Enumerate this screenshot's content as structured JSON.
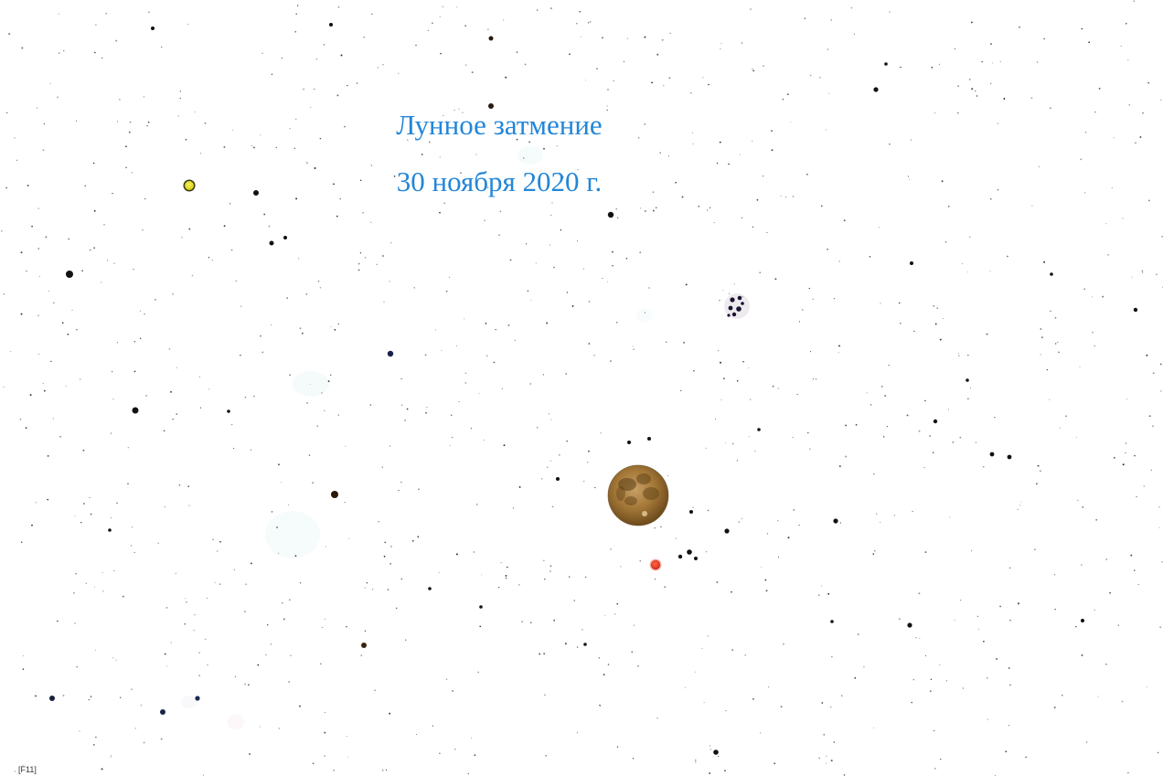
{
  "map": {
    "title_line_1": "Лунное затмение",
    "title_line_2": "30 ноября 2020 г.",
    "footer_note": "[F11]"
  },
  "colors": {
    "title": "#2386d8",
    "background": "#ffffff",
    "star": "#111111",
    "planet_yellow": "#e6e027",
    "planet_red": "#e23a26",
    "moon": "#a77a3c"
  },
  "objects": [
    {
      "kind": "moon",
      "icon": "full-moon-icon"
    },
    {
      "kind": "planet",
      "color": "yellow",
      "icon": "yellow-planet-icon"
    },
    {
      "kind": "planet",
      "color": "red",
      "icon": "red-planet-icon"
    },
    {
      "kind": "cluster",
      "icon": "star-cluster-icon"
    }
  ]
}
